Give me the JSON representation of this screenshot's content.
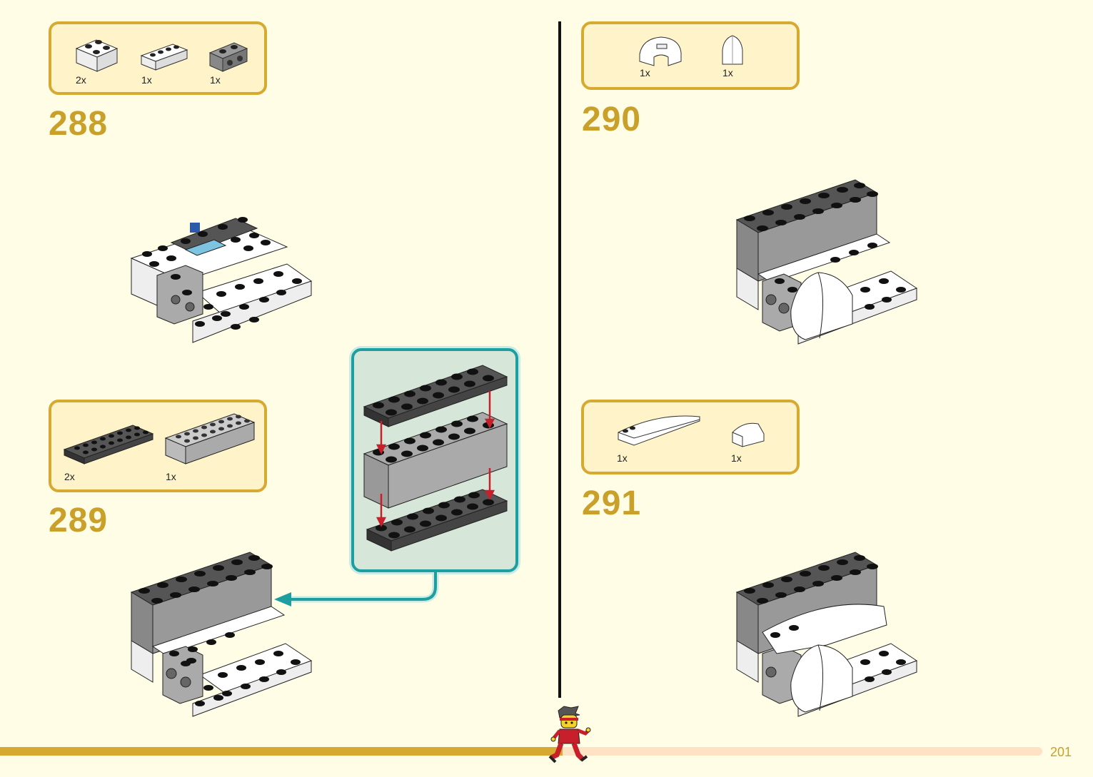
{
  "page": {
    "number": "201",
    "progress_fraction": 0.54
  },
  "colors": {
    "accent": "#d6a931",
    "step_number": "#c9a02a",
    "callout_border": "#1f9ea0",
    "background": "#fffde5"
  },
  "steps": [
    {
      "number": "288",
      "parts": [
        {
          "qty": "2x",
          "name": "white-brick-2x2-icon"
        },
        {
          "qty": "1x",
          "name": "white-plate-1x4-icon"
        },
        {
          "qty": "1x",
          "name": "grey-technic-brick-icon"
        }
      ]
    },
    {
      "number": "289",
      "parts": [
        {
          "qty": "2x",
          "name": "black-plate-2x8-icon"
        },
        {
          "qty": "1x",
          "name": "grey-brick-2x8-icon"
        }
      ]
    },
    {
      "number": "290",
      "parts": [
        {
          "qty": "1x",
          "name": "white-arch-piece-icon"
        },
        {
          "qty": "1x",
          "name": "white-curved-slope-icon"
        }
      ]
    },
    {
      "number": "291",
      "parts": [
        {
          "qty": "1x",
          "name": "white-curved-slope-long-icon"
        },
        {
          "qty": "1x",
          "name": "white-slope-small-icon"
        }
      ]
    }
  ]
}
